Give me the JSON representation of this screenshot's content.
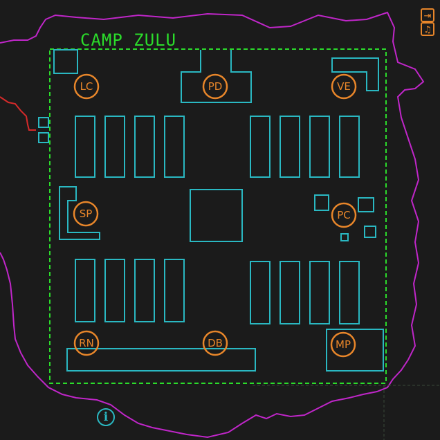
{
  "camp": {
    "name": "CAMP ZULU",
    "colors": {
      "boundary": "#c026c9",
      "perimeter": "#2bdc2b",
      "buildings": "#2ab8c2",
      "labels": "#e8862a",
      "road": "#d62a2a",
      "background": "#1b1b1b"
    }
  },
  "zones": [
    {
      "code": "LC"
    },
    {
      "code": "PD"
    },
    {
      "code": "VE"
    },
    {
      "code": "SP"
    },
    {
      "code": "PC"
    },
    {
      "code": "RN"
    },
    {
      "code": "DB"
    },
    {
      "code": "MP"
    }
  ],
  "hud": {
    "top_icon": "exit-door-icon",
    "second_icon": "music-note-icon",
    "info_icon": "info-icon",
    "info_glyph": "i",
    "top_glyph": "⇥",
    "second_glyph": "♫"
  }
}
